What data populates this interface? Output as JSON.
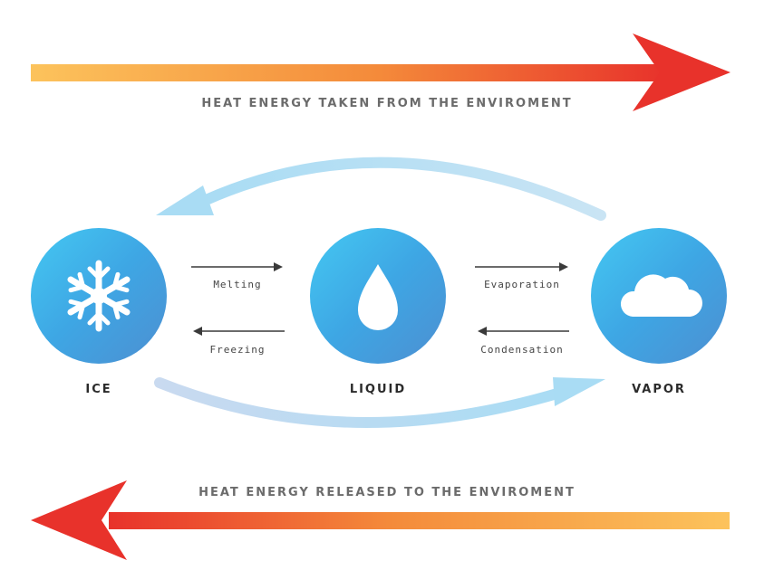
{
  "captions": {
    "top": "HEAT ENERGY TAKEN FROM THE ENVIROMENT",
    "bottom": "HEAT ENERGY RELEASED TO THE ENVIROMENT"
  },
  "states": {
    "ice": {
      "label": "ICE",
      "icon": "snowflake-icon"
    },
    "liquid": {
      "label": "LIQUID",
      "icon": "water-drop-icon"
    },
    "vapor": {
      "label": "VAPOR",
      "icon": "cloud-icon"
    }
  },
  "transitions": {
    "melting": "Melting",
    "freezing": "Freezing",
    "evaporation": "Evaporation",
    "condensation": "Condensation"
  },
  "colors": {
    "heat_gradient_light": "#fcc35c",
    "heat_gradient_mid": "#f48a3a",
    "heat_gradient_dark": "#e8322b",
    "circle_light": "#44c8f2",
    "circle_dark": "#4d8fd1",
    "cycle_arrow_light": "#bfe9fa",
    "cycle_arrow_dark": "#9fd6f2",
    "caption_text": "#6b6b6b",
    "state_text": "#2b2b2b",
    "small_arrow": "#3a3a3a"
  }
}
